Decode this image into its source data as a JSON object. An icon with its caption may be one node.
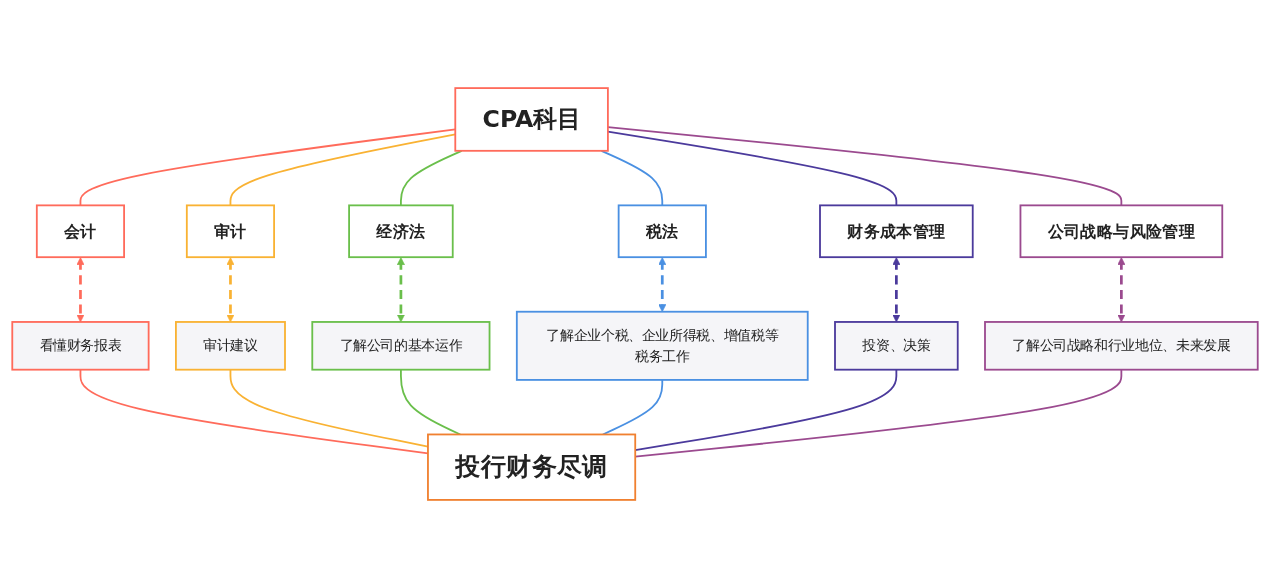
{
  "diagram": {
    "nodes": [
      {
        "text": [
          "CPA科目"
        ]
      },
      {
        "text": [
          "会计"
        ]
      },
      {
        "text": [
          "审计"
        ]
      },
      {
        "text": [
          "经济法"
        ]
      },
      {
        "text": [
          "税法"
        ]
      },
      {
        "text": [
          "财务成本管理"
        ]
      },
      {
        "text": [
          "公司战略与风险管理"
        ]
      },
      {
        "text": [
          "看懂财务报表"
        ]
      },
      {
        "text": [
          "审计建议"
        ]
      },
      {
        "text": [
          "了解公司的基本运作"
        ]
      },
      {
        "text": [
          "了解企业个税、企业所得税、增值税等税务工作"
        ]
      },
      {
        "text": [
          "投资、决策"
        ]
      },
      {
        "text": [
          "了解公司战略和行业地位、未来发展"
        ]
      },
      {
        "text": [
          "投行财务尽调"
        ]
      }
    ],
    "edges": [
      {
        "from": 0,
        "to": 1,
        "arrow": "none",
        "color": "#ff6b5b"
      },
      {
        "from": 0,
        "to": 2,
        "arrow": "none",
        "color": "#f9b233"
      },
      {
        "from": 0,
        "to": 3,
        "arrow": "none",
        "color": "#6abf4b"
      },
      {
        "from": 0,
        "to": 4,
        "arrow": "none",
        "color": "#4a90e2"
      },
      {
        "from": 0,
        "to": 5,
        "arrow": "none",
        "color": "#4b3a9c"
      },
      {
        "from": 0,
        "to": 6,
        "arrow": "none",
        "color": "#9b4a8f"
      },
      {
        "from": 1,
        "to": 7,
        "arrow": "both",
        "style": "dashed",
        "color": "#ff6b5b"
      },
      {
        "from": 2,
        "to": 8,
        "arrow": "both",
        "style": "dashed",
        "color": "#f9b233"
      },
      {
        "from": 3,
        "to": 9,
        "arrow": "both",
        "style": "dashed",
        "color": "#6abf4b"
      },
      {
        "from": 4,
        "to": 10,
        "arrow": "both",
        "style": "dashed",
        "color": "#4a90e2"
      },
      {
        "from": 5,
        "to": 11,
        "arrow": "both",
        "style": "dashed",
        "color": "#4b3a9c"
      },
      {
        "from": 6,
        "to": 12,
        "arrow": "both",
        "style": "dashed",
        "color": "#9b4a8f"
      },
      {
        "from": 7,
        "to": 13,
        "arrow": "none",
        "color": "#ff6b5b"
      },
      {
        "from": 8,
        "to": 13,
        "arrow": "none",
        "color": "#f9b233"
      },
      {
        "from": 9,
        "to": 13,
        "arrow": "none",
        "color": "#6abf4b"
      },
      {
        "from": 10,
        "to": 13,
        "arrow": "none",
        "color": "#4a90e2"
      },
      {
        "from": 11,
        "to": 13,
        "arrow": "none",
        "color": "#4b3a9c"
      },
      {
        "from": 12,
        "to": 13,
        "arrow": "none",
        "color": "#9b4a8f"
      }
    ]
  }
}
